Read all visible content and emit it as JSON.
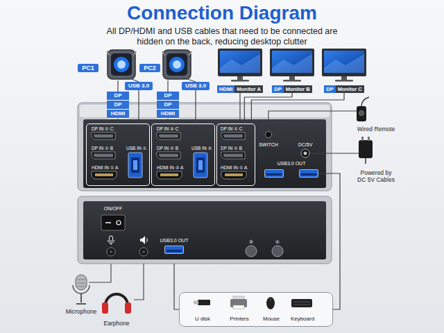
{
  "diagram": {
    "title": "Connection Diagram",
    "nodes": [
      {
        "text": [
          "PC1"
        ]
      },
      {
        "text": [
          "DP",
          "DP",
          "HDMI"
        ]
      },
      {
        "text": [
          "USB 3.0"
        ]
      },
      {
        "text": [
          "PC2"
        ]
      },
      {
        "text": [
          "DP",
          "DP",
          "HDMI"
        ]
      },
      {
        "text": [
          "USB 3.0"
        ]
      },
      {
        "text": [
          "HDMI",
          "Monitor A"
        ]
      },
      {
        "text": [
          "DP",
          "Monitor B"
        ]
      },
      {
        "text": [
          "DP",
          "Monitor C"
        ]
      },
      {
        "text": [
          "SWITCH",
          "DC/5V",
          "USB3.0 OUT"
        ]
      },
      {
        "text": [
          "DP IN ① C",
          "DP IN ① B",
          "HDMI IN ① A",
          "USB IN ①"
        ],
        "in": 9
      },
      {
        "text": [
          "DP IN ② C",
          "DP IN ② B",
          "HDMI IN ② A",
          "USB IN ②"
        ],
        "in": 9
      },
      {
        "text": [
          "DP IN ① C",
          "DP IN ① B",
          "HDMI IN ① A"
        ],
        "in": 9
      },
      {
        "text": [
          "ON/OFF",
          "USB3.0 OUT",
          "②",
          "①"
        ]
      },
      {
        "text": [
          "U disk",
          "Printers",
          "Mouse",
          "Keyboard"
        ]
      }
    ],
    "edges": [
      {
        "from": 1,
        "to": 10,
        "arrow": "none"
      },
      {
        "from": 2,
        "to": 10,
        "arrow": "none"
      },
      {
        "from": 4,
        "to": 11,
        "arrow": "none"
      },
      {
        "from": 5,
        "to": 11,
        "arrow": "none"
      },
      {
        "from": 6,
        "to": 12,
        "arrow": "none"
      },
      {
        "from": 7,
        "to": 12,
        "arrow": "none"
      },
      {
        "from": 8,
        "to": 12,
        "arrow": "none"
      },
      {
        "from": 9,
        "to": 14,
        "arrow": "none"
      },
      {
        "from": 13,
        "to": 14,
        "arrow": "none"
      }
    ],
    "labels": [
      "All DP/HDMI and USB cables that need to be connected are hidden on the back, reducing desktop clutter",
      "Wired Remote",
      "Powered by DC 5V Cables",
      "Microphone",
      "Earphone"
    ]
  }
}
